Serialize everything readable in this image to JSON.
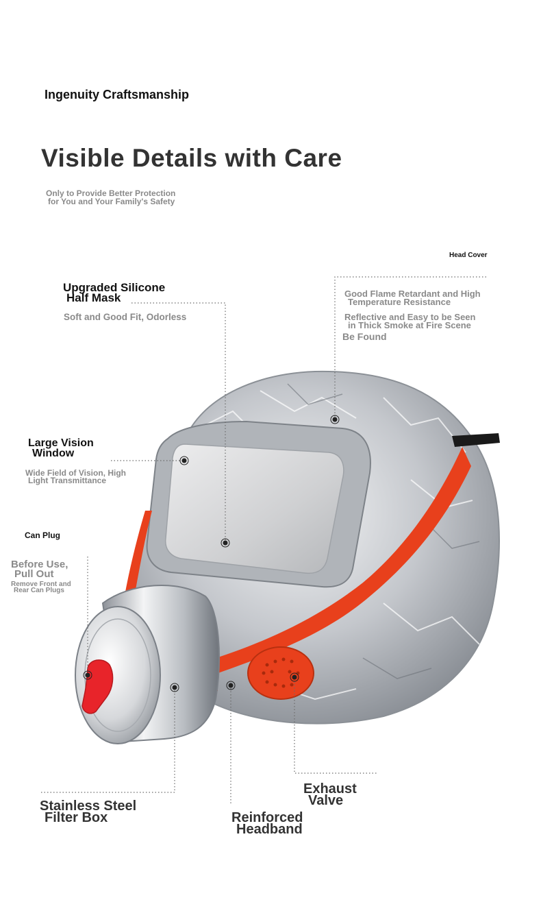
{
  "header": {
    "kicker": "Ingenuity Craftsmanship",
    "title": "Visible Details with Care",
    "subtitle_line1": "Only to Provide Better Protection",
    "subtitle_line2": "for You and Your Family's Safety"
  },
  "callouts": {
    "head_cover": {
      "title": "Head Cover",
      "desc1": "Good Flame Retardant and High",
      "desc2": "Temperature Resistance",
      "desc3": "Reflective and Easy to be Seen",
      "desc4": "in Thick Smoke at Fire Scene",
      "desc5": "Be Found"
    },
    "silicone_mask": {
      "title1": "Upgraded Silicone",
      "title2": "Half Mask",
      "desc": "Soft and Good Fit, Odorless"
    },
    "vision_window": {
      "title1": "Large Vision",
      "title2": "Window",
      "desc1": "Wide Field of Vision, High",
      "desc2": "Light Transmittance"
    },
    "can_plug": {
      "title": "Can Plug",
      "desc1": "Before Use,",
      "desc2": "Pull Out",
      "desc3": "Remove Front and",
      "desc4": "Rear Can Plugs"
    },
    "filter_box": {
      "title1": "Stainless Steel",
      "title2": "Filter Box"
    },
    "headband": {
      "title1": "Reinforced",
      "title2": "Headband"
    },
    "exhaust_valve": {
      "title1": "Exhaust",
      "title2": "Valve"
    }
  },
  "colors": {
    "strap": "#e8401c",
    "plug": "#e8242a",
    "foil": "#c9ccd1",
    "visor": "#d8d9da",
    "leader": "#6b6b6b"
  }
}
